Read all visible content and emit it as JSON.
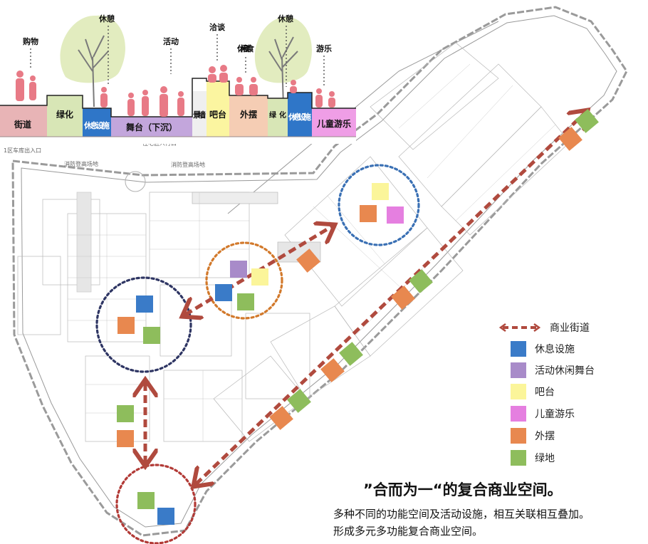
{
  "section": {
    "zones": [
      {
        "label": "街道",
        "color": "#e8b4b6"
      },
      {
        "label": "绿化",
        "color": "#d8e6b6"
      },
      {
        "label": "休息设施",
        "color": "#2f76c8"
      },
      {
        "label": "舞台（下沉）",
        "color": "#c3a6dc"
      },
      {
        "label": "景墙",
        "color": "#efefef"
      },
      {
        "label": "吧台",
        "color": "#fbf5a0"
      },
      {
        "label": "外摆",
        "color": "#f5cdb4"
      },
      {
        "label": "绿化",
        "color": "#d8e6b6"
      },
      {
        "label": "休息设施",
        "color": "#2f76c8"
      },
      {
        "label": "儿童游乐",
        "color": "#ef9ee6"
      }
    ],
    "activities": [
      "购物",
      "休憩",
      "活动",
      "洽谈",
      "休闲美食",
      "休憩",
      "游乐"
    ]
  },
  "plan_labels": [
    "住宅区人行口",
    "消防登高场地",
    "消防登高场地",
    "1区车库出入口"
  ],
  "legend": [
    {
      "key": "street",
      "label": "商业街道",
      "color": "#b04a3e"
    },
    {
      "key": "rest",
      "label": "休息设施",
      "color": "#3a7bc8"
    },
    {
      "key": "stage",
      "label": "活动休闲舞台",
      "color": "#a88bc9"
    },
    {
      "key": "bar",
      "label": "吧台",
      "color": "#fbf59a"
    },
    {
      "key": "kids",
      "label": "儿童游乐",
      "color": "#e57fe0"
    },
    {
      "key": "outdoor",
      "label": "外摆",
      "color": "#e8884f"
    },
    {
      "key": "green",
      "label": "绿地",
      "color": "#8ebd5c"
    }
  ],
  "headline": "”合而为一“的复合商业空间。",
  "description": {
    "line1": "多种不同的功能空间及活动设施，相互关联相互叠加。",
    "line2": "形成多元多功能复合商业空间。"
  }
}
